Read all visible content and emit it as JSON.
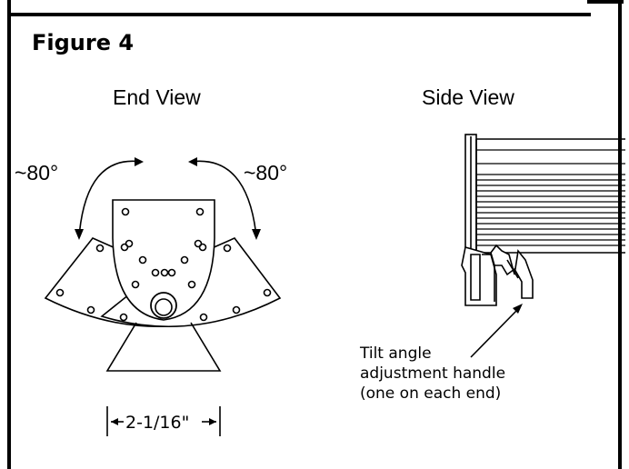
{
  "figure": {
    "title": "Figure 4"
  },
  "end_view": {
    "title": "End View",
    "angle_left": "~80°",
    "angle_right": "~80°",
    "dimension": "2-1/16\""
  },
  "side_view": {
    "title": "Side View",
    "callout_lines": [
      "Tilt angle",
      "adjustment handle",
      "(one on each end)"
    ]
  }
}
